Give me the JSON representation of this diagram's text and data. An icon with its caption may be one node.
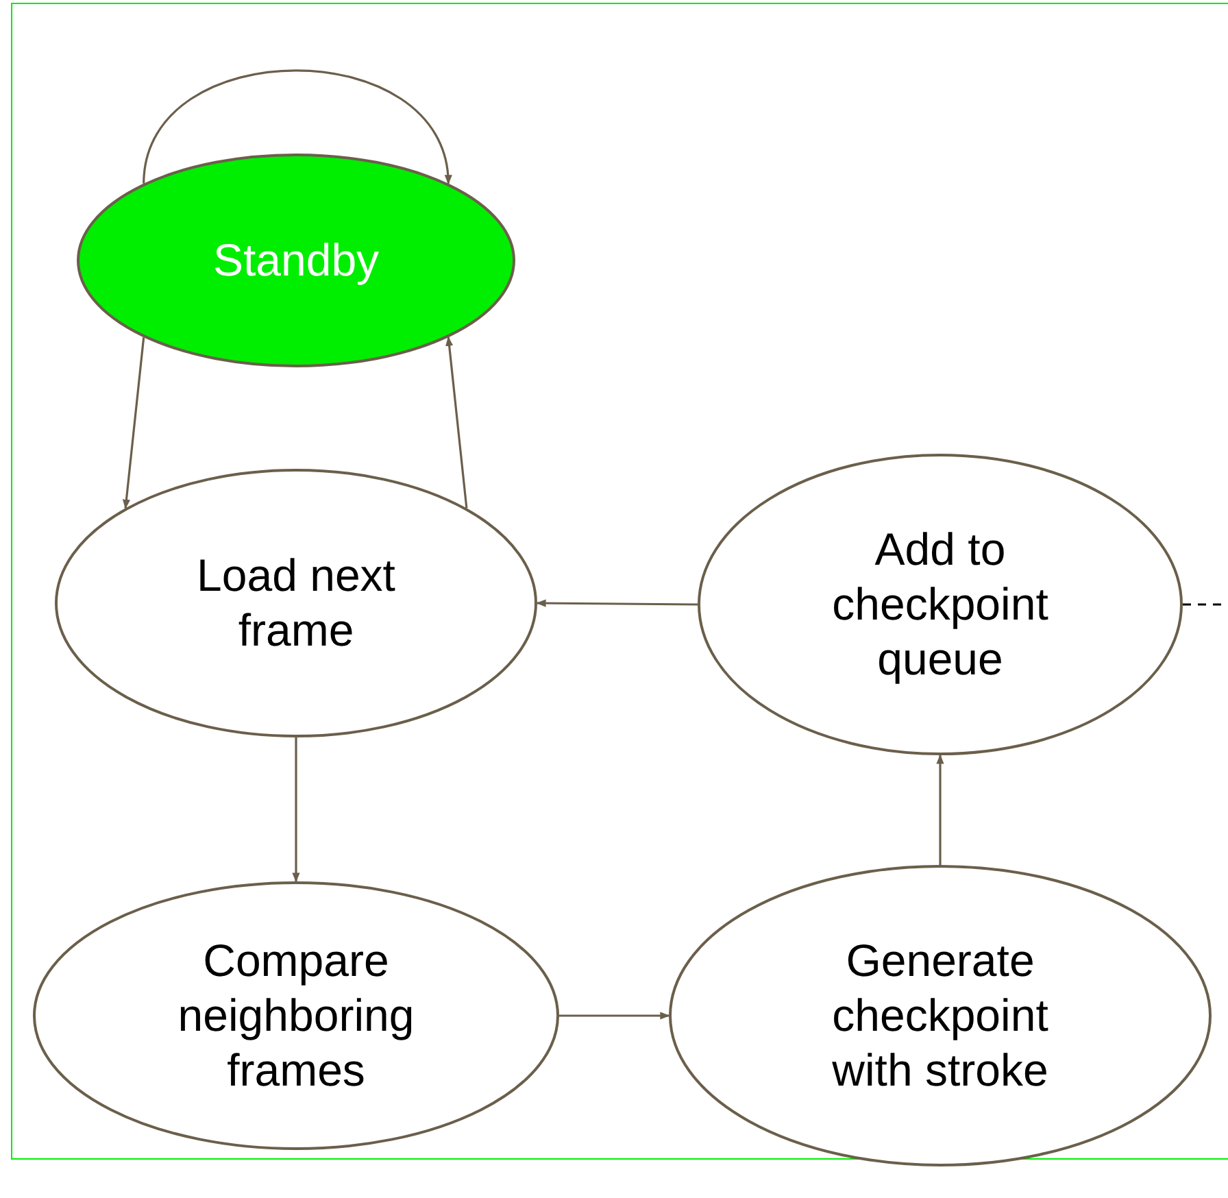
{
  "diagram": {
    "nodes": [
      {
        "text": [
          "Standby"
        ]
      },
      {
        "text": [
          "Load next frame"
        ]
      },
      {
        "text": [
          "Add to checkpoint queue"
        ]
      },
      {
        "text": [
          "Compare neighboring frames"
        ]
      },
      {
        "text": [
          "Generate checkpoint with stroke"
        ]
      }
    ],
    "edges": [
      {
        "from": 0,
        "to": 0,
        "arrow": "to"
      },
      {
        "from": 0,
        "to": 1,
        "arrow": "to"
      },
      {
        "from": 1,
        "to": 0,
        "arrow": "to"
      },
      {
        "from": 2,
        "to": 1,
        "arrow": "to"
      },
      {
        "from": 1,
        "to": 3,
        "arrow": "to"
      },
      {
        "from": 3,
        "to": 4,
        "arrow": "to"
      },
      {
        "from": 4,
        "to": 2,
        "arrow": "to"
      },
      {
        "from": 2,
        "to": null,
        "arrow": "none",
        "style": "dashed",
        "color": "#000000"
      }
    ]
  }
}
